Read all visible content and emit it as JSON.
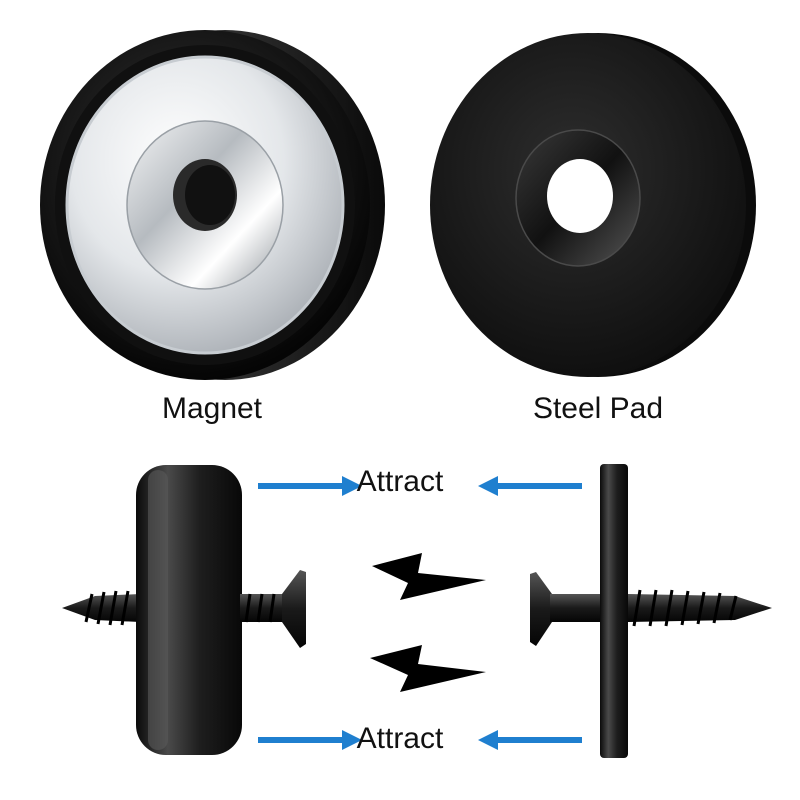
{
  "labels": {
    "magnet": "Magnet",
    "steel_pad": "Steel Pad",
    "attract_top": "Attract",
    "attract_bottom": "Attract"
  },
  "colors": {
    "arrow": "#1f7fcf",
    "body_black": "#141414",
    "chrome": "#d9dde2",
    "text": "#111111"
  },
  "icons": [
    "magnet-cup",
    "steel-pad-washer",
    "countersunk-screw",
    "lightning-bolt",
    "arrow-right",
    "arrow-left"
  ]
}
